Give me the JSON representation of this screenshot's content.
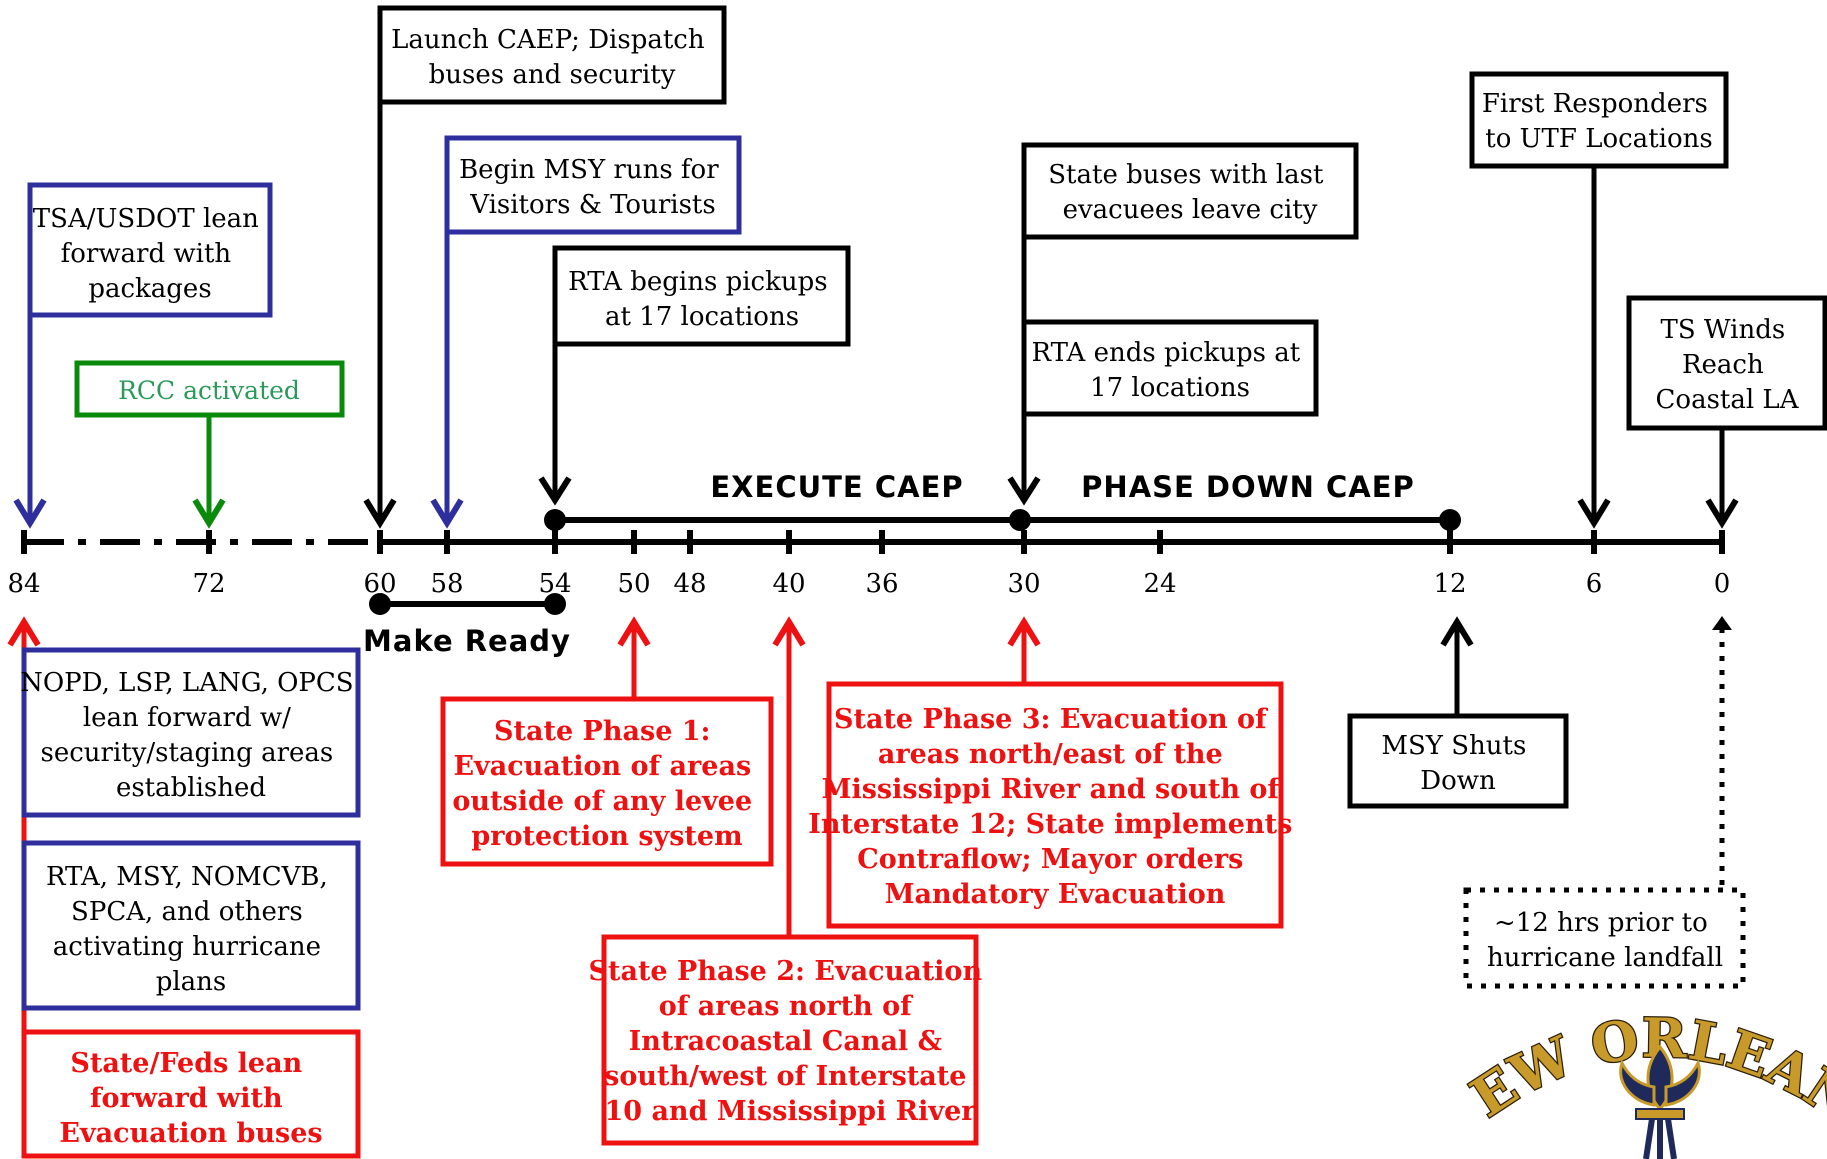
{
  "timeline": {
    "ticks": [
      {
        "label": "84",
        "hours": 84
      },
      {
        "label": "72",
        "hours": 72
      },
      {
        "label": "60",
        "hours": 60
      },
      {
        "label": "58",
        "hours": 58
      },
      {
        "label": "54",
        "hours": 54
      },
      {
        "label": "50",
        "hours": 50
      },
      {
        "label": "48",
        "hours": 48
      },
      {
        "label": "40",
        "hours": 40
      },
      {
        "label": "36",
        "hours": 36
      },
      {
        "label": "30",
        "hours": 30
      },
      {
        "label": "24",
        "hours": 24
      },
      {
        "label": "12",
        "hours": 12
      },
      {
        "label": "6",
        "hours": 6
      },
      {
        "label": "0",
        "hours": 0
      }
    ],
    "phases": {
      "make_ready": "Make Ready",
      "execute": "EXECUTE CAEP",
      "phase_down": "PHASE DOWN CAEP"
    }
  },
  "events_above": {
    "tsa": [
      "TSA/USDOT lean",
      "forward with",
      "packages"
    ],
    "rcc": [
      "RCC activated"
    ],
    "launch": [
      "Launch CAEP; Dispatch",
      "buses and security"
    ],
    "msy_runs": [
      "Begin MSY runs for",
      "Visitors & Tourists"
    ],
    "rta_begins": [
      "RTA begins pickups",
      "at 17 locations"
    ],
    "state_buses": [
      "State buses with last",
      "evacuees leave city"
    ],
    "rta_ends": [
      "RTA ends pickups at",
      "17 locations"
    ],
    "first_responders": [
      "First Responders",
      "to UTF Locations"
    ],
    "ts_winds": [
      "TS Winds",
      "Reach",
      "Coastal LA"
    ]
  },
  "events_below": {
    "nopd": [
      "NOPD, LSP, LANG, OPCS",
      "lean forward w/",
      "security/staging areas",
      "established"
    ],
    "rta_msy": [
      "RTA, MSY, NOMCVB,",
      "SPCA, and others",
      "activating hurricane",
      "plans"
    ],
    "state_feds": [
      "State/Feds lean",
      "forward with",
      "Evacuation buses"
    ],
    "phase1": [
      "State Phase 1:",
      "Evacuation of areas",
      "outside of any levee",
      "protection system"
    ],
    "phase2": [
      "State Phase 2: Evacuation",
      "of areas north of",
      "Intracoastal Canal &",
      "south/west of Interstate",
      "10 and Mississippi River"
    ],
    "phase3": [
      "State Phase 3: Evacuation of",
      "areas north/east of the",
      "Mississippi River and south of",
      "Interstate 12; State implements",
      "Contraflow; Mayor orders",
      "Mandatory Evacuation"
    ],
    "msy_shuts": [
      "MSY Shuts",
      "Down"
    ],
    "prior_landfall": [
      "~12 hrs prior to",
      "hurricane landfall"
    ]
  },
  "logo": {
    "text": "NEW ORLEANS"
  },
  "colors": {
    "blue": "#2e2e9c",
    "green": "#0a8a0a",
    "green_text": "#2a9a5a",
    "red": "#ee1111",
    "black": "#000000",
    "gold": "#c89a2a"
  }
}
